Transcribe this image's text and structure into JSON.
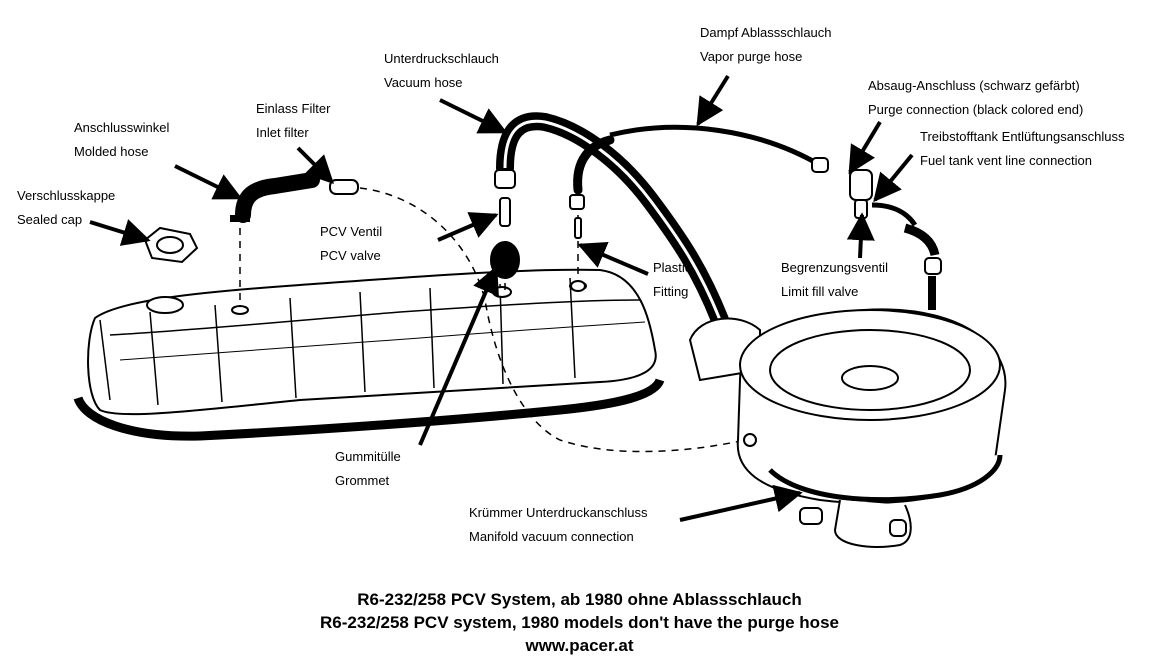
{
  "labels": {
    "sealed_cap": {
      "de": "Verschlusskappe",
      "en": "Sealed cap"
    },
    "molded_hose": {
      "de": "Anschlusswinkel",
      "en": "Molded hose"
    },
    "inlet_filter": {
      "de": "Einlass Filter",
      "en": "Inlet filter"
    },
    "vacuum_hose": {
      "de": "Unterdruckschlauch",
      "en": "Vacuum hose"
    },
    "vapor_purge_hose": {
      "de": "Dampf Ablassschlauch",
      "en": "Vapor purge hose"
    },
    "purge_connection": {
      "de": "Absaug-Anschluss (schwarz gefärbt)",
      "en": "Purge connection (black colored end)"
    },
    "fuel_tank_vent": {
      "de": "Treibstofftank Entlüftungsanschluss",
      "en": "Fuel tank vent line connection"
    },
    "pcv_valve": {
      "de": "PCV Ventil",
      "en": "PCV valve"
    },
    "plastic_fitting": {
      "de": "Plastic",
      "en": "Fitting"
    },
    "limit_fill_valve": {
      "de": "Begrenzungsventil",
      "en": "Limit fill valve"
    },
    "grommet": {
      "de": "Gummitülle",
      "en": "Grommet"
    },
    "manifold_vacuum": {
      "de": "Krümmer Unterdruckanschluss",
      "en": "Manifold vacuum connection"
    }
  },
  "caption": {
    "line1": "R6-232/258 PCV System, ab 1980 ohne Ablassschlauch",
    "line2": "R6-232/258 PCV system, 1980 models don't have the purge hose",
    "line3": "www.pacer.at"
  }
}
